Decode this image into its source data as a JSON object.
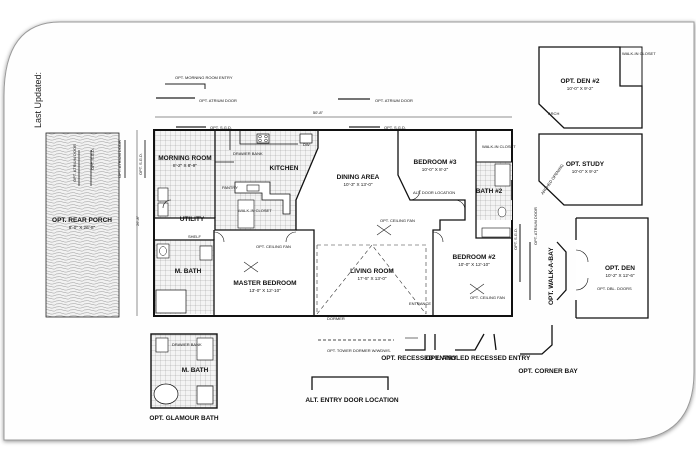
{
  "side_caption": "Last Updated:",
  "dimensions": {
    "overall_width": "50'-8\"",
    "overall_depth": "26'-8\""
  },
  "rooms": {
    "morning_room": {
      "name": "MORNING ROOM",
      "size": "8'-2\" X 8'-9\""
    },
    "kitchen": {
      "name": "KITCHEN"
    },
    "dining_area": {
      "name": "DINING AREA",
      "size": "10'-3\" X 13'-0\""
    },
    "bedroom3": {
      "name": "BEDROOM #3",
      "size": "10'-0\" X 8'-2\""
    },
    "bath2": {
      "name": "BATH #2"
    },
    "utility": {
      "name": "UTILITY"
    },
    "master_bath": {
      "name": "M. BATH"
    },
    "master_bedroom": {
      "name": "MASTER BEDROOM",
      "size": "13'-0\" X 12'-10\""
    },
    "living_room": {
      "name": "LIVING ROOM",
      "size": "17'-5\" X 13'-0\""
    },
    "bedroom2": {
      "name": "BEDROOM #2",
      "size": "10'-0\" X 12'-10\""
    },
    "rear_porch": {
      "name": "OPT. REAR PORCH",
      "size": "8'-0\" X 26'-8\""
    },
    "den2": {
      "name": "OPT. DEN #2",
      "size": "10'-0\" X 9'-2\""
    },
    "study": {
      "name": "OPT. STUDY",
      "size": "10'-0\" X 9'-2\""
    },
    "den": {
      "name": "OPT. DEN",
      "size": "10'-2\" X 12'-6\""
    },
    "glamour_bath": {
      "name": "M. BATH"
    }
  },
  "small_labels": {
    "pantry": "PANTRY",
    "walk_in_closet": "WALK-IN CLOSET",
    "walk_in_closet2": "WALK-IN CLOSET",
    "walk_in": "WALK-IN",
    "walk_in_den2": "WALK-IN CLOSET",
    "shelf": "SHELF",
    "ceiling_fan": "OPT. CEILING FAN",
    "entrance": "ENTRANCE",
    "dormer": "DORMER",
    "alt_door": "ALT. DOOR LOCATION",
    "arch": "ARCH",
    "arch_study": "ARCHED OPENING",
    "dw": "DW",
    "drawer_bank": "DRAWER BANK",
    "tower_dormer": "OPT. TOWER DORMER W/WDWS.",
    "opt_sgd": "OPT. S.G.D.",
    "opt_atrium": "OPT. ATRIUM DOOR",
    "den_dbl_doors": "OPT. DBL. DOORS"
  },
  "options": {
    "morning_room_entry": "OPT. MORNING ROOM ENTRY",
    "atrium_door": "OPT. ATRIUM DOOR",
    "atrium_door_top": "OPT. ATRIUM DOOR",
    "sgd_top_left": "OPT. S.G.D.",
    "sgd_top_right": "OPT. S.G.D.",
    "recessed_entry": "OPT. RECESSED ENTRY",
    "angled_recessed_entry": "OPT. ANGLED RECESSED ENTRY",
    "corner_bay": "OPT. CORNER BAY",
    "walk_a_bay": "OPT. WALK-A-BAY",
    "alt_entry_door": "ALT. ENTRY DOOR LOCATION",
    "glamour_bath": "OPT. GLAMOUR BATH",
    "porch_atrium": "OPT. ATRIUM DOOR",
    "porch_sgd": "OPT. S.G.D."
  }
}
